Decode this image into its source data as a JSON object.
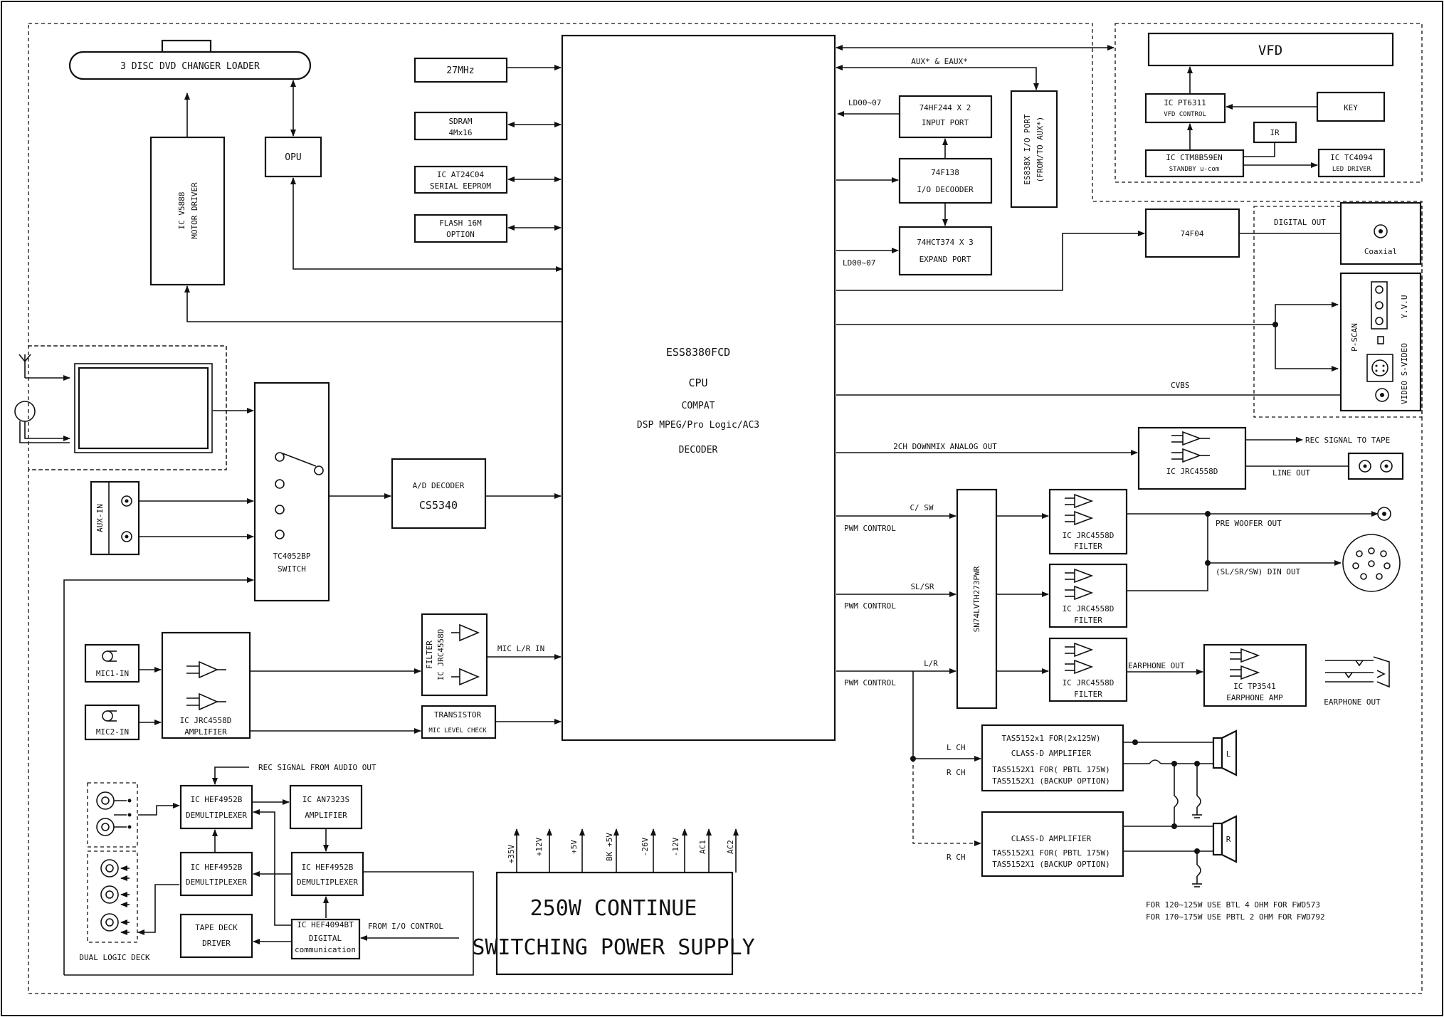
{
  "blocks": {
    "loader": "3 DISC DVD CHANGER LOADER",
    "motor_driver": [
      "IC V5888",
      "MOTOR DRIVER"
    ],
    "opu": "OPU",
    "osc": "27MHz",
    "sdram": [
      "SDRAM",
      "4Mx16"
    ],
    "eeprom": [
      "IC AT24C04",
      "SERIAL EEPROM"
    ],
    "flash": [
      "FLASH 16M",
      "OPTION"
    ],
    "cpu": [
      "ESS8380FCD",
      "CPU",
      "COMPAT",
      "DSP MPEG/Pro Logic/AC3",
      "DECODER"
    ],
    "input_port": [
      "74HF244 X 2",
      "INPUT PORT"
    ],
    "io_decoder": [
      "74F138",
      "I/O DECOODER"
    ],
    "expand_port": [
      "74HCT374 X 3",
      "EXPAND PORT"
    ],
    "es_port": [
      "ES838X I/O PORT",
      "(FROM/TO AUX*)"
    ],
    "vfd": "VFD",
    "vfd_control": [
      "IC PT6311",
      "VFD CONTROL"
    ],
    "key": "KEY",
    "ir": "IR",
    "standby": [
      "IC CTM8B59EN",
      "STANDBY u-com"
    ],
    "led_driver": [
      "IC TC4094",
      "LED DRIVER"
    ],
    "inverter": "74F04",
    "coaxial": "Coaxial",
    "switch": [
      "TC4052BP",
      "SWITCH"
    ],
    "ad_decoder": [
      "A/D DECODER",
      "CS5340"
    ],
    "mic_filter": [
      "FILTER",
      "IC JRC4558D"
    ],
    "transistor": [
      "TRANSISTOR",
      "MIC LEVEL CHECK"
    ],
    "mic_amp": [
      "IC JRC4558D",
      "AMPLIFIER"
    ],
    "mic1": "MIC1-IN",
    "mic2": "MIC2-IN",
    "aux_in": "AUX-IN",
    "rec_amp": "IC JRC4558D",
    "buffer": "SN74LVTH273PWR",
    "filter_csw": [
      "IC JRC4558D",
      "FILTER"
    ],
    "filter_slsr": [
      "IC JRC4558D",
      "FILTER"
    ],
    "filter_lr": [
      "IC JRC4558D",
      "FILTER"
    ],
    "earphone_amp": [
      "IC TP3541",
      "EARPHONE AMP"
    ],
    "class_d_1": [
      "TAS5152x1 FOR(2x125W)",
      "CLASS-D   AMPLIFIER",
      "TAS5152X1 FOR( PBTL 175W)",
      "TAS5152X1 (BACKUP OPTION)"
    ],
    "class_d_2": [
      "CLASS-D   AMPLIFIER",
      "TAS5152X1 FOR( PBTL 175W)",
      "TAS5152X1 (BACKUP OPTION)"
    ],
    "demux1": [
      "IC HEF4952B",
      "DEMULTIPLEXER"
    ],
    "demux2": [
      "IC HEF4952B",
      "DEMULTIPLEXER"
    ],
    "demux3": [
      "IC HEF4952B",
      "DEMULTIPLEXER"
    ],
    "an7323": [
      "IC AN7323S",
      "AMPLIFIER"
    ],
    "hef4094": [
      "IC HEF4094BT",
      "DIGITAL",
      "communication"
    ],
    "tape_driver": [
      "TAPE DECK",
      "DRIVER"
    ],
    "psu": [
      "250W CONTINUE",
      "SWITCHING POWER SUPPLY"
    ]
  },
  "signals": {
    "aux_eaux": "AUX* & EAUX*",
    "ld_in": "LD00~07",
    "ld_out": "LD00~07",
    "digital_out": "DIGITAL OUT",
    "cvbs": "CVBS",
    "downmix": "2CH DOWNMIX ANALOG OUT",
    "rec_to_tape": "REC SIGNAL TO TAPE",
    "line_out": "LINE OUT",
    "csw": "C/ SW",
    "slsr": "SL/SR",
    "lr": "L/R",
    "pwm1": "PWM CONTROL",
    "pwm2": "PWM CONTROL",
    "pwm3": "PWM CONTROL",
    "pre_woofer": "PRE   WOOFER OUT",
    "din_out": "(SL/SR/SW) DIN OUT",
    "earphone_out_sig": "EARPHONE OUT",
    "earphone_out": "EARPHONE OUT",
    "mic_lr": "MIC L/R IN",
    "rec_from_audio": "REC SIGNAL FROM AUDIO OUT",
    "from_io": "FROM I/O CONTROL",
    "dual_logic": "DUAL LOGIC DECK",
    "l_ch": "L CH",
    "r_ch1": "R CH",
    "r_ch2": "R CH",
    "p_scan": "P-SCAN",
    "yvu": "Y.V.U",
    "video_svideo": "VIDEO S-VIDEO",
    "spk_l": "L",
    "spk_r": "R"
  },
  "rails": [
    "+35V",
    "+12V",
    "+5V",
    "BK +5V",
    "-26V",
    "-12V",
    "AC1",
    "AC2"
  ],
  "notes": [
    "FOR 120~125W USE BTL 4 OHM FOR FWD573",
    "FOR 170~175W USE PBTL 2 OHM FOR FWD792"
  ]
}
